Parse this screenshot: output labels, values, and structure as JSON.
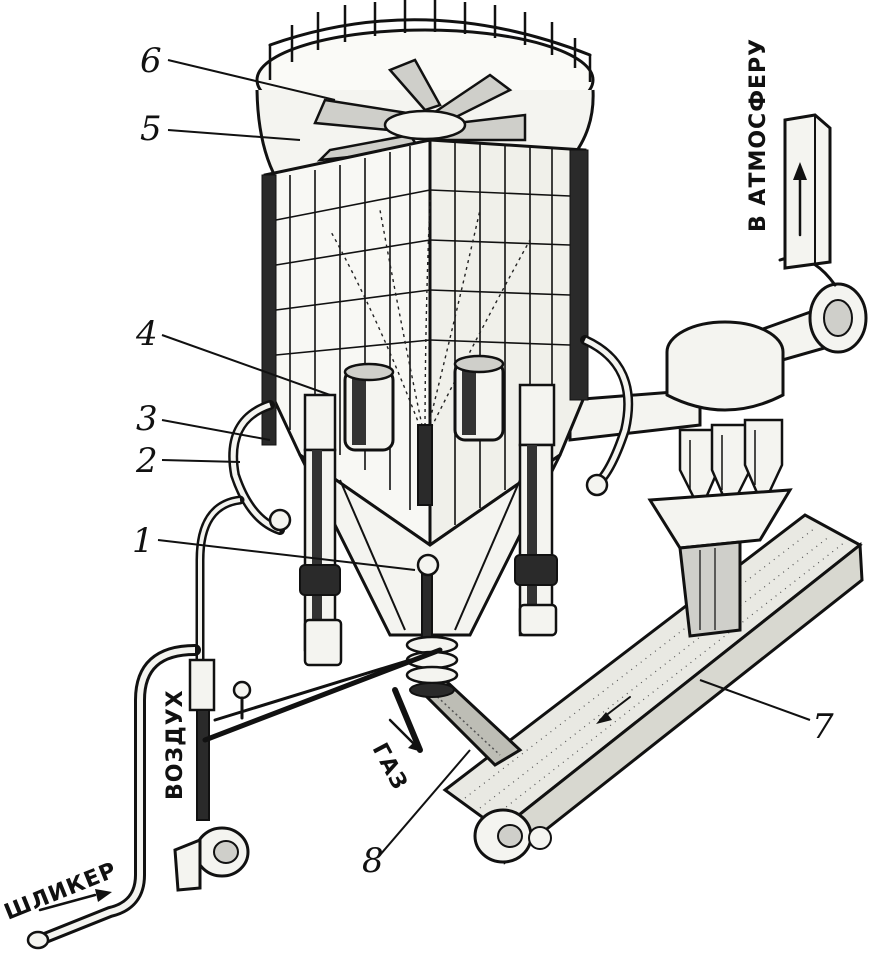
{
  "diagram": {
    "labels": {
      "n1": "1",
      "n2": "2",
      "n3": "3",
      "n4": "4",
      "n5": "5",
      "n6": "6",
      "n7": "7",
      "n8": "8"
    },
    "captions": {
      "atmosphere": "В АТМОСФЕРУ",
      "air": "ВОЗДУХ",
      "gas": "ГАЗ",
      "slip": "ШЛИКЕР"
    }
  }
}
